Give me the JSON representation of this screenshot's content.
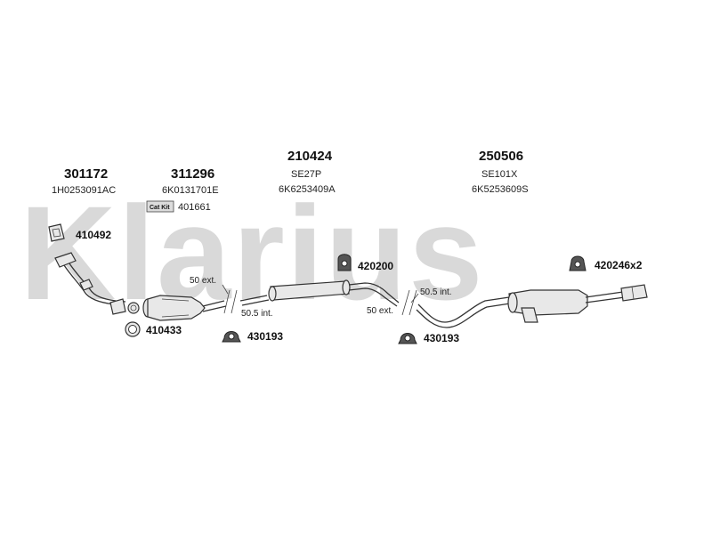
{
  "watermark": "Klarius",
  "groups": [
    {
      "part_number": "301172",
      "subtitle": "1H0253091AC"
    },
    {
      "part_number": "311296",
      "subtitle": "6K0131701E"
    },
    {
      "part_number": "210424",
      "line1": "SE27P",
      "subtitle": "6K6253409A"
    },
    {
      "part_number": "250506",
      "line1": "SE101X",
      "subtitle": "6K5253609S"
    }
  ],
  "cat_kit": {
    "badge": "Cat Kit",
    "number": "401661"
  },
  "callouts": {
    "c410492": "410492",
    "c410433": "410433",
    "c430193_a": "430193",
    "c420200": "420200",
    "c430193_b": "430193",
    "c420246": "420246x2"
  },
  "dimensions": {
    "left_ext": "50 ext.",
    "left_int": "50.5 int.",
    "right_int": "50.5 int.",
    "right_ext": "50 ext."
  },
  "colors": {
    "watermark": "#d9d9d9",
    "ink": "#111111"
  }
}
